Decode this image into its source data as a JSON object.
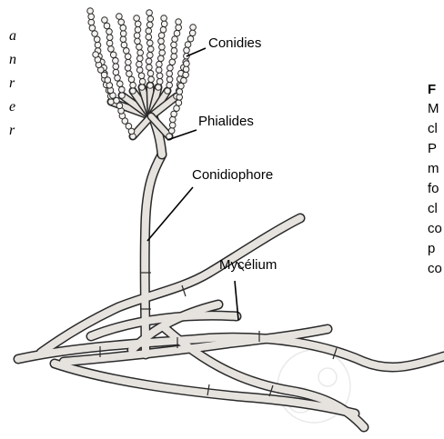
{
  "labels": {
    "conidies": "Conidies",
    "phialides": "Phialides",
    "conidiophore": "Conidiophore",
    "mycelium": "Mycélium"
  },
  "left_fragments": [
    "a",
    "n",
    "r",
    "e",
    "r"
  ],
  "right_fragments": [
    "F",
    "M",
    "cl",
    "P",
    "m",
    "fo",
    "cl",
    "co",
    "p",
    "co"
  ]
}
